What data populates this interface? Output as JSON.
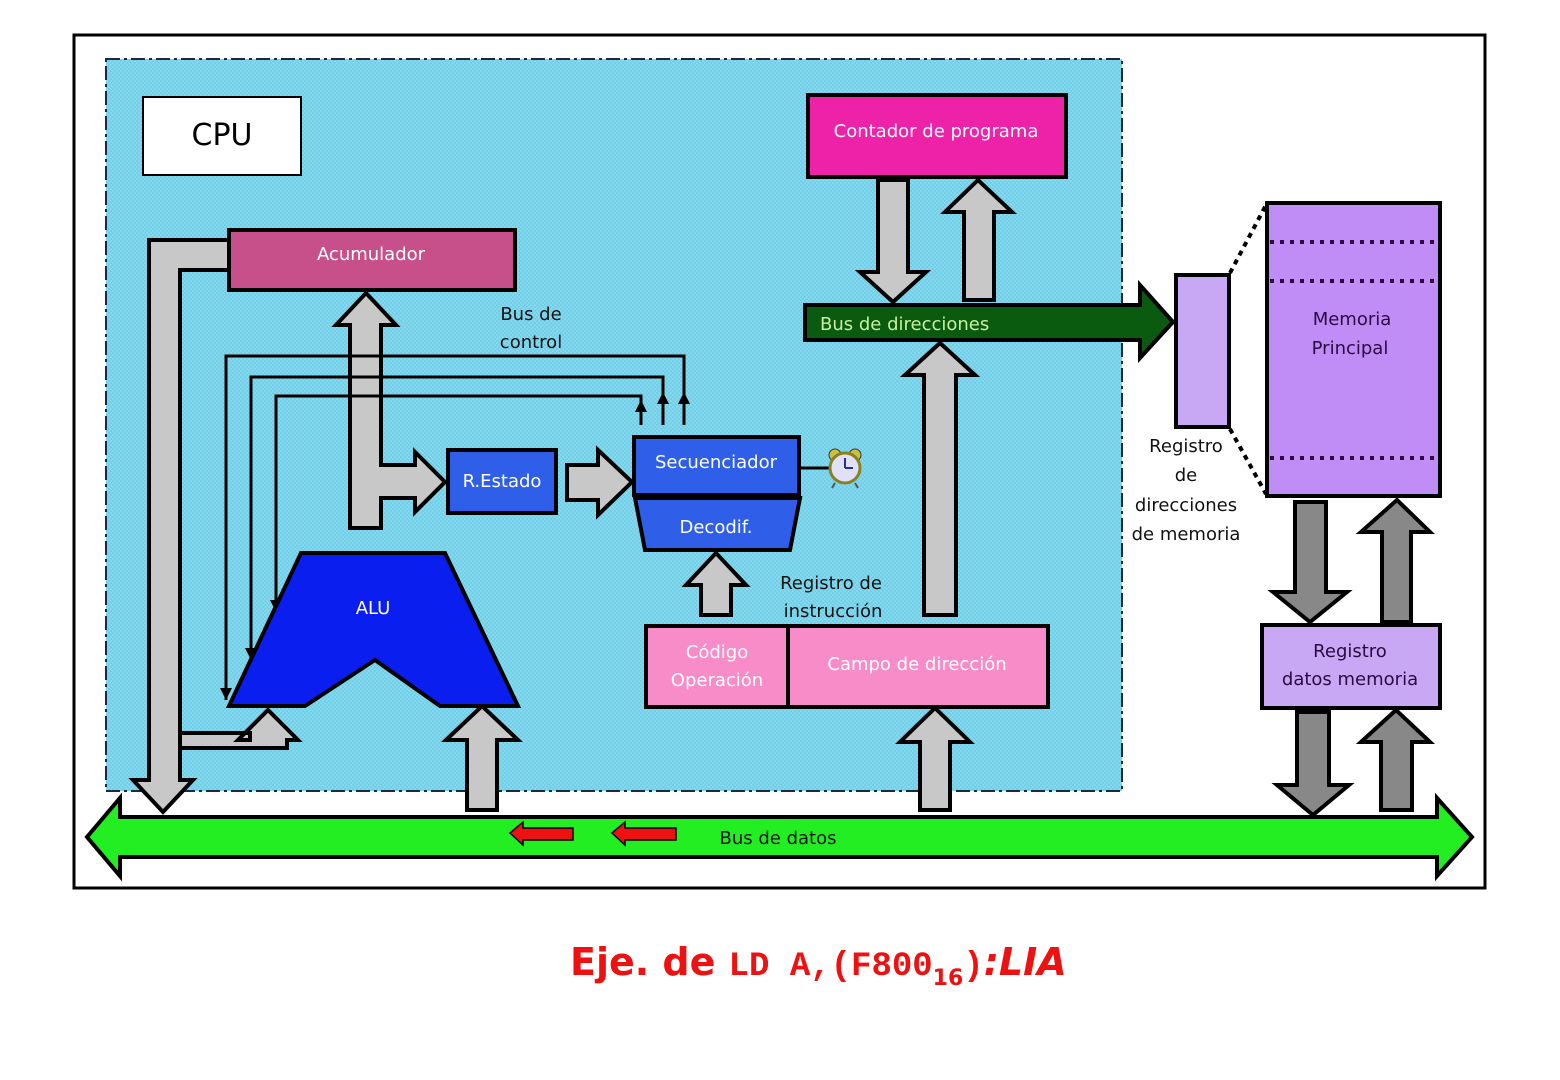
{
  "diagram": {
    "cpu_label": "CPU",
    "blocks": {
      "acumulador": "Acumulador",
      "contador_programa": "Contador de programa",
      "bus_direcciones": "Bus de direcciones",
      "r_estado": "R.Estado",
      "secuenciador": "Secuenciador",
      "decodificador": "Decodif.",
      "alu": "ALU",
      "codigo_operacion": [
        "Código",
        "Operación"
      ],
      "campo_direccion": "Campo de dirección",
      "memoria_principal": [
        "Memoria",
        "Principal"
      ],
      "registro_datos_memoria": [
        "Registro",
        "datos memoria"
      ],
      "bus_datos": "Bus de datos"
    },
    "annotations": {
      "bus_control": [
        "Bus de",
        "control"
      ],
      "registro_instruccion": [
        "Registro de",
        "instrucción"
      ],
      "registro_direcciones_memoria": [
        "Registro",
        "de",
        "direcciones",
        "de memoria"
      ]
    },
    "icons": {
      "clock": "alarm-clock-icon",
      "flow_arrows": "red-left-arrow-icon"
    },
    "colors": {
      "cpu_area": "#7fd8ee",
      "acumulador": "#c8508a",
      "contador_programa": "#ee22a8",
      "bus_direcciones": "#0a5a10",
      "blue_blocks": "#2f5fe8",
      "alu": "#0a1ef0",
      "instruction_register": "#f78cc8",
      "memory": "#c08cf5",
      "mar": "#c8a8f5",
      "bus_datos": "#22ee22",
      "arrows_light": "#c8c8c8",
      "arrows_dark": "#888888",
      "flow_arrow": "#ee1111",
      "caption": "#ee1111"
    }
  },
  "caption": {
    "prefix": "Eje. de ",
    "instruction": "LD A,(F800",
    "subscript": "16",
    "close": ")",
    "suffix": ":LIA"
  }
}
